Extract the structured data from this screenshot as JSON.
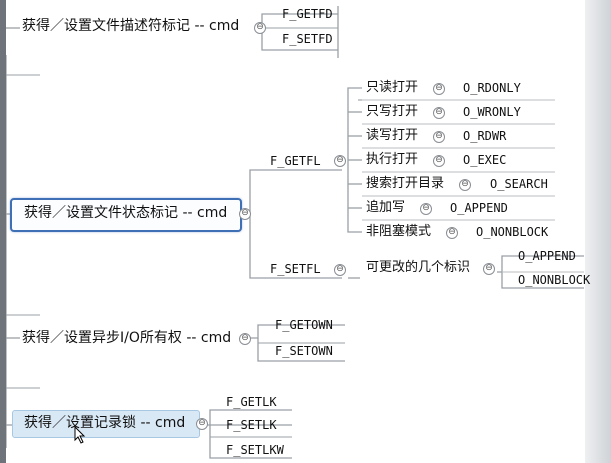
{
  "mindmap": {
    "branches": [
      {
        "label": "获得／设置文件描述符标记 -- cmd",
        "children": [
          "F_GETFD",
          "F_SETFD"
        ]
      },
      {
        "label": "获得／设置文件状态标记 -- cmd",
        "getfl": {
          "label": "F_GETFL",
          "children": [
            {
              "label": "只读打开",
              "flag": "O_RDONLY"
            },
            {
              "label": "只写打开",
              "flag": "O_WRONLY"
            },
            {
              "label": "读写打开",
              "flag": "O_RDWR"
            },
            {
              "label": "执行打开",
              "flag": "O_EXEC"
            },
            {
              "label": "搜索打开目录",
              "flag": "O_SEARCH"
            },
            {
              "label": "追加写",
              "flag": "O_APPEND"
            },
            {
              "label": "非阻塞模式",
              "flag": "O_NONBLOCK"
            }
          ]
        },
        "setfl": {
          "label": "F_SETFL",
          "child": {
            "label": "可更改的几个标识",
            "flags": [
              "O_APPEND",
              "O_NONBLOCK"
            ]
          }
        }
      },
      {
        "label": "获得／设置异步I/O所有权 -- cmd",
        "children": [
          "F_GETOWN",
          "F_SETOWN"
        ]
      },
      {
        "label": "获得／设置记录锁 -- cmd",
        "children": [
          "F_GETLK",
          "F_SETLK",
          "F_SETLKW"
        ]
      }
    ]
  },
  "colors": {
    "line": "#9aa0a6",
    "selected_border": "#3f6fb5",
    "hover_fill": "#d9e8f5"
  },
  "icons": {
    "collapse": "⊖",
    "cursor": "arrow-cursor-icon"
  }
}
